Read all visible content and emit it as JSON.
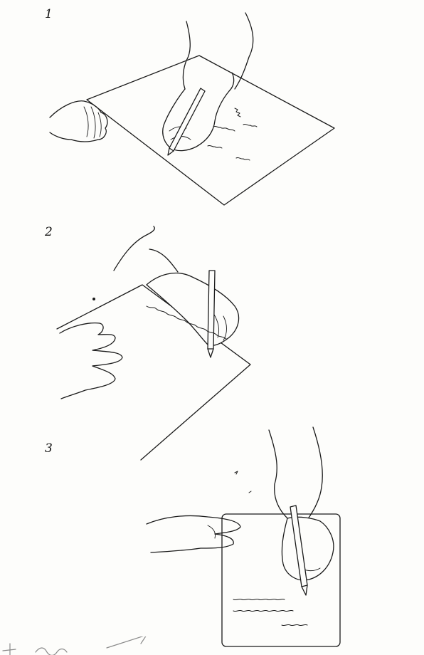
{
  "panels": [
    {
      "number": "1",
      "illustration": "left-hander-hooked-writing"
    },
    {
      "number": "2",
      "illustration": "left-hander-paper-tilted"
    },
    {
      "number": "3",
      "illustration": "left-hander-paper-vertical"
    }
  ],
  "colors": {
    "ink": "#1a1a1a",
    "paper": "#fdfdfb",
    "pencil_note": "#8a8a8a"
  }
}
